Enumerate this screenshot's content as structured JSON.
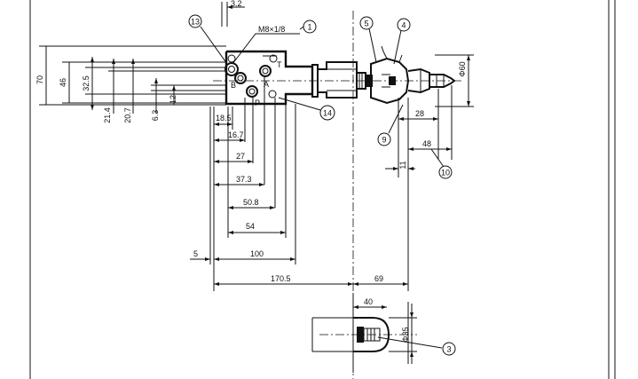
{
  "callouts": {
    "c1": "1",
    "c3": "3",
    "c4": "4",
    "c5": "5",
    "c9": "9",
    "c10": "10",
    "c13": "13",
    "c14": "14"
  },
  "thread_label": "M8×1/8",
  "port_labels": {
    "T": "T",
    "B": "B",
    "A": "A",
    "P": "P"
  },
  "dimensions": {
    "d3_2": "3.2",
    "d70": "70",
    "d46": "46",
    "d32_5": "32.5",
    "d21_4": "21.4",
    "d20_7": "20.7",
    "d6_3": "6.3",
    "d12": "12",
    "d18_5": "18.5",
    "d16_7": "16.7",
    "d27": "27",
    "d37_3": "37.3",
    "d50_8": "50.8",
    "d54": "54",
    "d5": "5",
    "d100": "100",
    "d170_5": "170.5",
    "d69": "69",
    "d28": "28",
    "d48": "48",
    "d11": "11",
    "d40": "40",
    "phi60": "Φ60",
    "phi35": "Φ35"
  }
}
